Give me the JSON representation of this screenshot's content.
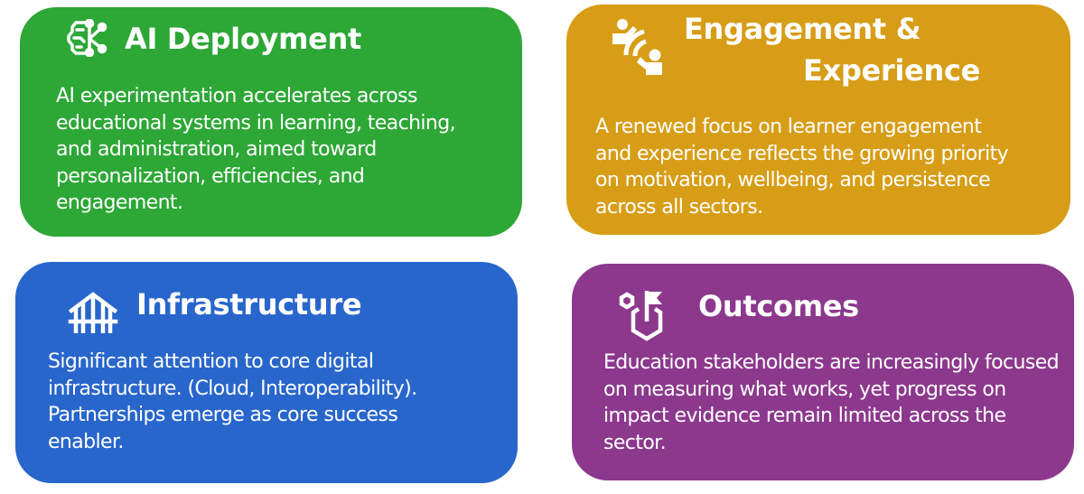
{
  "colors": {
    "background": "#ffffff",
    "ai_deployment": "#2da736",
    "engagement": "#d79d16",
    "infrastructure": "#2866cc",
    "outcomes": "#8c388d",
    "text": "#ffffff"
  },
  "cards": {
    "ai_deployment": {
      "icon": "brain-network-icon",
      "title": "AI Deployment",
      "body": "AI experimentation accelerates across\neducational systems in learning, teaching,\nand administration, aimed toward\npersonalization, efficiencies, and\nengagement."
    },
    "engagement": {
      "icon": "people-signal-icon",
      "title_line1": "Engagement &",
      "title_line2": "Experience",
      "body": "A renewed focus on learner engagement\nand experience reflects the growing priority\non motivation, wellbeing, and persistence\nacross all sectors."
    },
    "infrastructure": {
      "icon": "building-structure-icon",
      "title": "Infrastructure",
      "body": "Significant attention to core digital\ninfrastructure. (Cloud, Interoperability).\nPartnerships emerge as core success\nenabler."
    },
    "outcomes": {
      "icon": "hexagon-flag-icon",
      "title": "Outcomes",
      "body": "Education stakeholders are increasingly focused\non measuring what works, yet progress on\nimpact evidence remain limited across the\nsector."
    }
  }
}
